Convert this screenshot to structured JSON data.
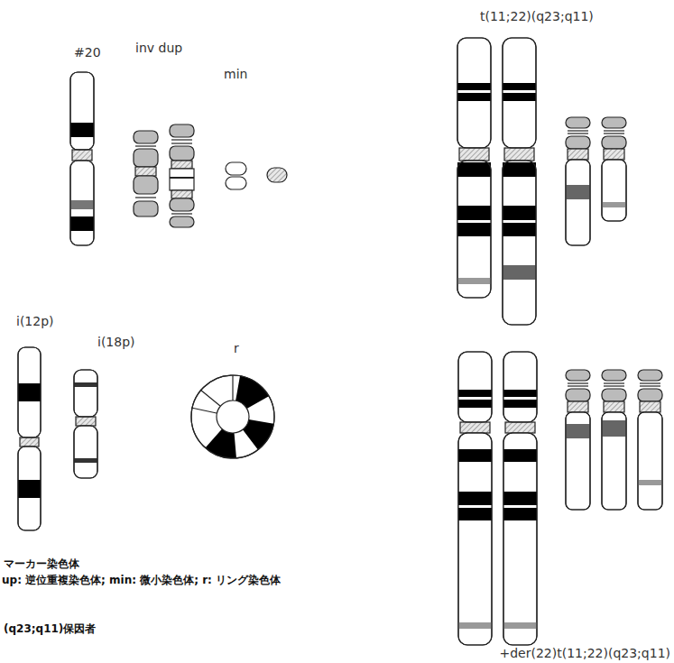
{
  "diagram": {
    "labels": [
      "#20",
      "inv dup",
      "min",
      "i(12p)",
      "i(18p)",
      "r",
      "t(11;22)(q23;q11)",
      "+der(22)t(11;22)(q23;q11)",
      "マーカー染色体",
      "up: 逆位重複染色体; min: 微小染色体; r: リング染色体",
      "(q23;q11)保因者"
    ]
  }
}
